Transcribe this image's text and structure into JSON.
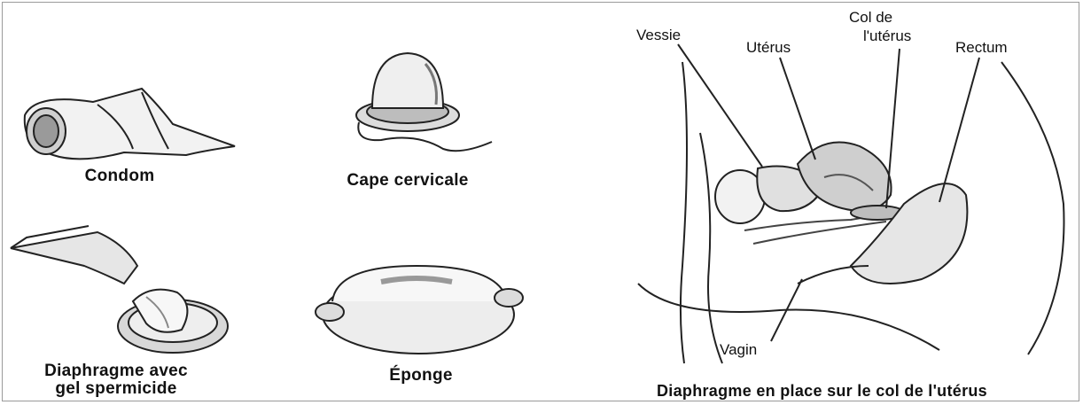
{
  "items": {
    "condom": "Condom",
    "cervical_cap": "Cape cervicale",
    "diaphragm_line1": "Diaphragme avec",
    "diaphragm_line2": "gel spermicide",
    "sponge": "Éponge"
  },
  "anatomy": {
    "bladder": "Vessie",
    "uterus": "Utérus",
    "cervix_line1": "Col de",
    "cervix_line2": "l'utérus",
    "rectum": "Rectum",
    "vagina": "Vagin"
  },
  "main_caption": "Diaphragme en place sur le col de l'utérus"
}
